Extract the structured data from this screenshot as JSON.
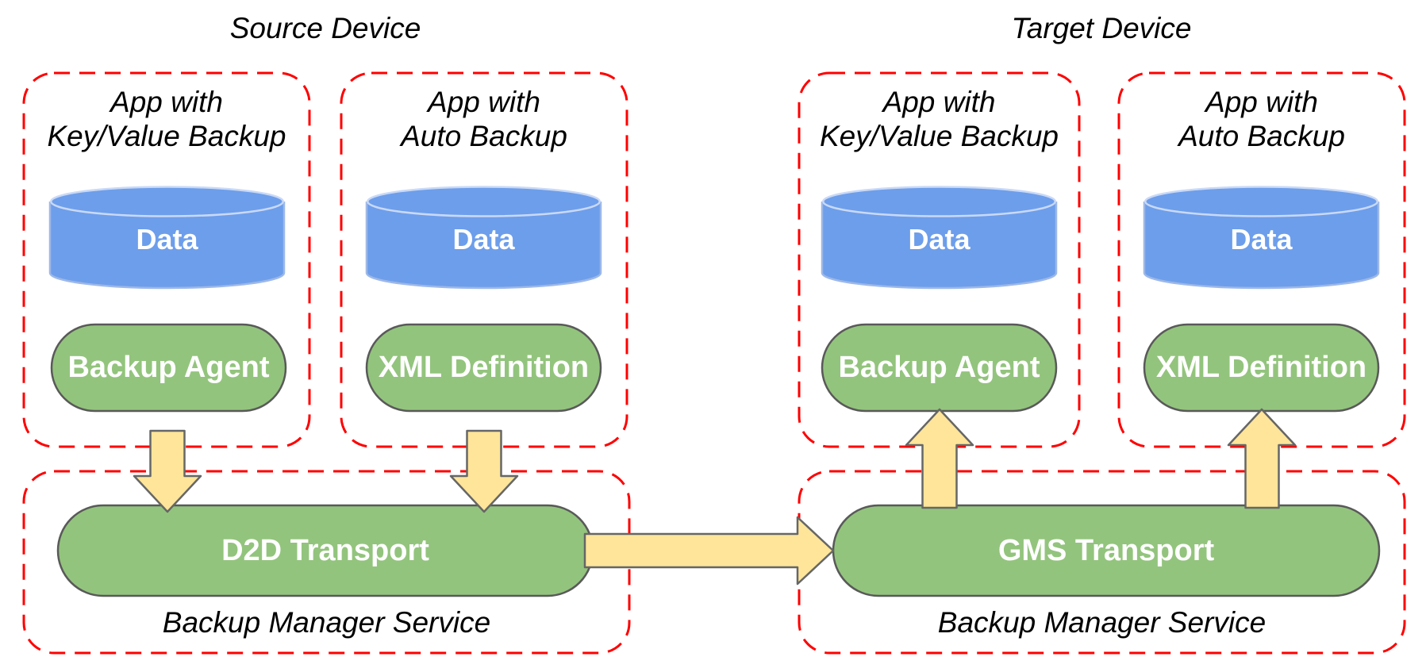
{
  "titles": {
    "source": "Source Device",
    "target": "Target Device"
  },
  "source_device": {
    "apps": [
      {
        "heading_line1": "App with",
        "heading_line2": "Key/Value Backup",
        "data_label": "Data",
        "component_label": "Backup Agent"
      },
      {
        "heading_line1": "App with",
        "heading_line2": "Auto Backup",
        "data_label": "Data",
        "component_label": "XML Definition"
      }
    ],
    "manager": {
      "transport_label": "D2D Transport",
      "label": "Backup Manager Service"
    }
  },
  "target_device": {
    "apps": [
      {
        "heading_line1": "App with",
        "heading_line2": "Key/Value Backup",
        "data_label": "Data",
        "component_label": "Backup Agent"
      },
      {
        "heading_line1": "App with",
        "heading_line2": "Auto Backup",
        "data_label": "Data",
        "component_label": "XML Definition"
      }
    ],
    "manager": {
      "transport_label": "GMS Transport",
      "label": "Backup Manager Service"
    }
  },
  "colors": {
    "dashed_border": "#ff0000",
    "cylinder_fill": "#6d9eeb",
    "cylinder_stroke": "#9db8e8",
    "pill_fill": "#93c47d",
    "pill_stroke": "#595959",
    "arrow_fill": "#ffe599",
    "arrow_stroke": "#666666",
    "text_dark": "#000000",
    "text_light": "#ffffff"
  }
}
